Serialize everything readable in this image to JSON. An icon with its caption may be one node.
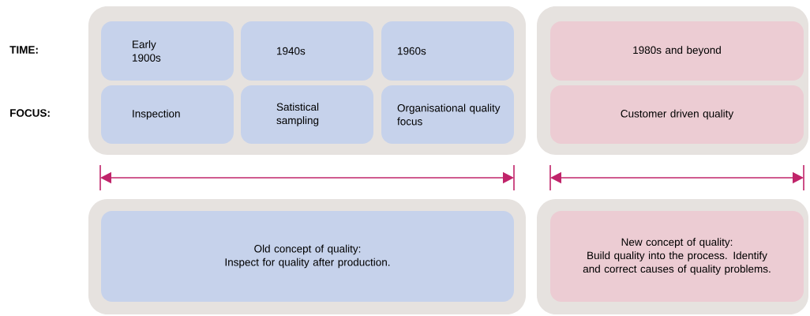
{
  "diagram": {
    "nodes": [
      {
        "text": [],
        "shape": "box"
      },
      {
        "text": [
          "Early 1900s"
        ],
        "in": 0
      },
      {
        "text": [
          "1940s"
        ],
        "in": 0
      },
      {
        "text": [
          "1960s"
        ],
        "in": 0
      },
      {
        "text": [
          "Inspection"
        ],
        "in": 0
      },
      {
        "text": [
          "Satistical sampling"
        ],
        "in": 0
      },
      {
        "text": [
          "Organisational quality focus"
        ],
        "in": 0
      },
      {
        "text": [],
        "shape": "box"
      },
      {
        "text": [
          "1980s and beyond"
        ],
        "in": 7
      },
      {
        "text": [
          "Customer driven quality"
        ],
        "in": 7
      },
      {
        "text": [],
        "shape": "box"
      },
      {
        "text": [
          "Old concept of quality:",
          "Inspect for quality after production."
        ],
        "in": 10
      },
      {
        "text": [],
        "shape": "box"
      },
      {
        "text": [
          "New concept of quality:",
          "Build quality into the process. Identify and correct causes of quality problems."
        ],
        "in": 12
      }
    ],
    "labels": [
      "TIME:",
      "FOCUS:"
    ]
  }
}
